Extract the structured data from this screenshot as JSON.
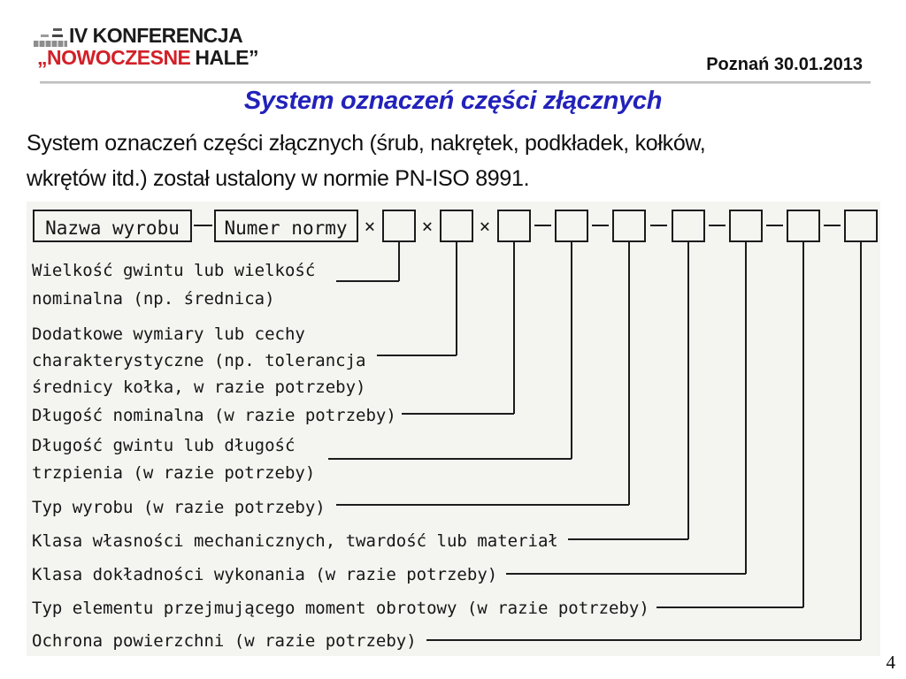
{
  "header": {
    "logo": {
      "line1": "IV KONFERENCJA",
      "line2_red": "„NOWOCZESNE",
      "line2_black": "HALE”"
    },
    "date": "Poznań 30.01.2013"
  },
  "slide": {
    "title": "System oznaczeń części złącznych",
    "body": "System oznaczeń części złącznych (śrub, nakrętek, podkładek, kołków,\nwkrętów itd.) został ustalony w normie PN-ISO 8991.",
    "page_number": "4"
  },
  "colors": {
    "title_blue": "#2222bb",
    "logo_red": "#d22028",
    "rule_gray": "#ababab",
    "diagram_bg": "#f4f4f1",
    "diagram_ink": "#1c1c1c"
  },
  "diagram": {
    "product_name_box": "Nazwa wyrobu",
    "standard_number_box": "Numer normy",
    "multiply_sign": "×",
    "fields": [
      {
        "lines": [
          "Wielkość gwintu lub wielkość",
          "nominalna (np. średnica)"
        ]
      },
      {
        "lines": [
          "Dodatkowe wymiary lub cechy",
          "charakterystyczne (np. tolerancja",
          "średnicy kołka, w razie potrzeby)"
        ]
      },
      {
        "lines": [
          "Długość nominalna (w razie potrzeby)"
        ]
      },
      {
        "lines": [
          "Długość gwintu lub długość",
          "trzpienia (w razie potrzeby)"
        ]
      },
      {
        "lines": [
          "Typ wyrobu (w razie potrzeby)"
        ]
      },
      {
        "lines": [
          "Klasa własności mechanicznych, twardość lub materiał"
        ]
      },
      {
        "lines": [
          "Klasa dokładności wykonania (w razie potrzeby)"
        ]
      },
      {
        "lines": [
          "Typ elementu przejmującego moment obrotowy (w razie potrzeby)"
        ]
      },
      {
        "lines": [
          "Ochrona powierzchni (w razie potrzeby)"
        ]
      }
    ]
  }
}
